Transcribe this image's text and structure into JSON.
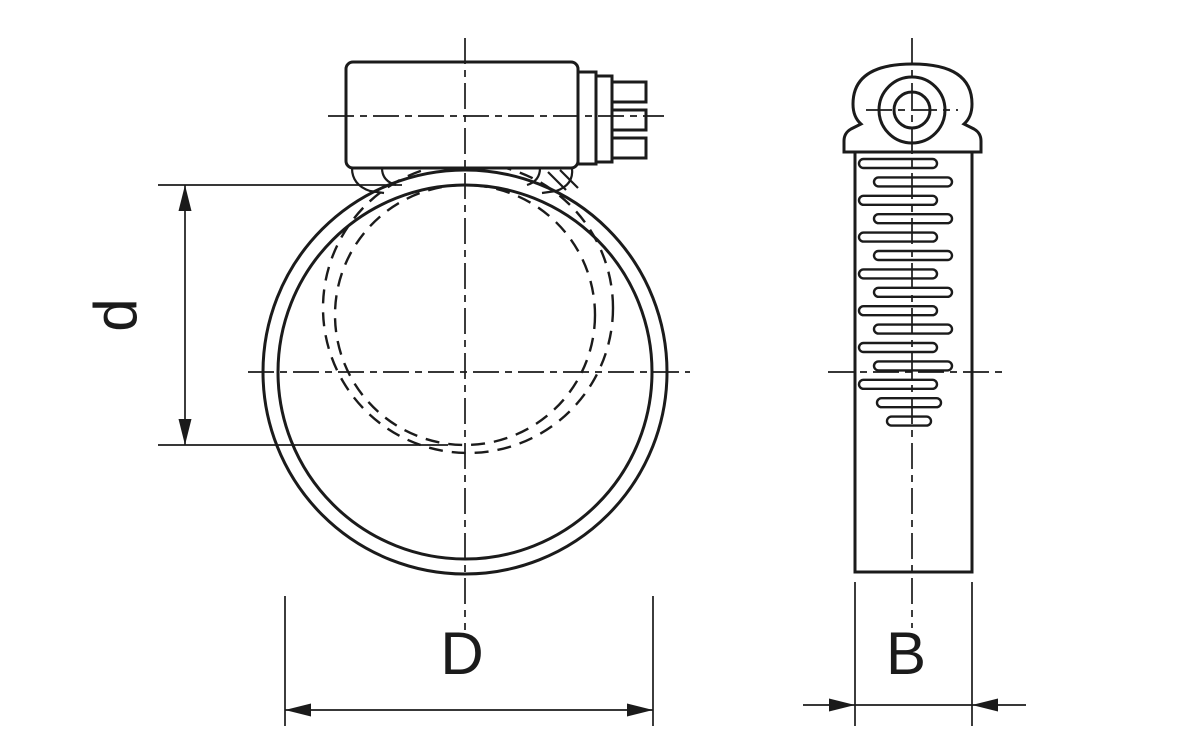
{
  "drawing": {
    "type": "technical-drawing",
    "views": {
      "front": "front-view",
      "side": "side-view"
    }
  },
  "labels": {
    "inner_diameter": "d",
    "outer_diameter": "D",
    "band_width": "B"
  },
  "colors": {
    "line": "#1b1b1b",
    "background": "#ffffff"
  }
}
